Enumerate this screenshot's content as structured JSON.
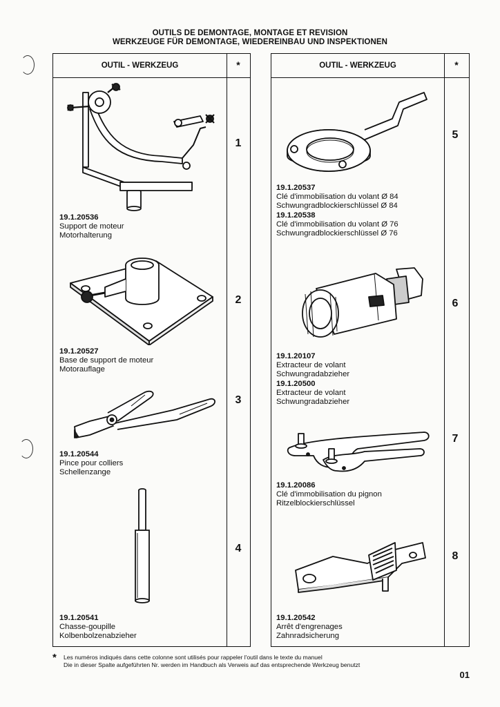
{
  "header": {
    "line1": "OUTILS DE DEMONTAGE, MONTAGE ET REVISION",
    "line2": "WERKZEUGE FÜR DEMONTAGE, WIEDEREINBAU UND INSPEKTIONEN"
  },
  "table_header": {
    "tool": "OUTIL - WERKZEUG",
    "star": "*"
  },
  "left_items": [
    {
      "number": "1",
      "code": "19.1.20536",
      "lines": [
        "Support de moteur",
        "Motorhalterung"
      ],
      "icon": "engine-stand-icon"
    },
    {
      "number": "2",
      "code": "19.1.20527",
      "lines": [
        "Base de support de moteur",
        "Motorauflage"
      ],
      "icon": "engine-stand-base-icon"
    },
    {
      "number": "3",
      "code": "19.1.20544",
      "lines": [
        "Pince pour colliers",
        "Schellenzange"
      ],
      "icon": "clamp-pliers-icon"
    },
    {
      "number": "4",
      "code": "19.1.20541",
      "lines": [
        "Chasse-goupille",
        "Kolbenbolzenabzieher"
      ],
      "icon": "pin-punch-icon"
    }
  ],
  "right_items": [
    {
      "number": "5",
      "codes": [
        {
          "code": "19.1.20537",
          "lines": [
            "Clé d'immobilisation du volant Ø 84",
            "Schwungradblockierschlüssel Ø 84"
          ]
        },
        {
          "code": "19.1.20538",
          "lines": [
            "Clé d'immobilisation du volant Ø 76",
            "Schwungradblockierschlüssel Ø 76"
          ]
        }
      ],
      "icon": "flywheel-lock-wrench-icon"
    },
    {
      "number": "6",
      "codes": [
        {
          "code": "19.1.20107",
          "lines": [
            "Extracteur de volant",
            "Schwungradabzieher"
          ]
        },
        {
          "code": "19.1.20500",
          "lines": [
            "Extracteur de volant",
            "Schwungradabzieher"
          ]
        }
      ],
      "icon": "flywheel-puller-icon"
    },
    {
      "number": "7",
      "codes": [
        {
          "code": "19.1.20086",
          "lines": [
            "Clé d'immobilisation du pignon",
            "Ritzelblockierschlüssel"
          ]
        }
      ],
      "icon": "pinion-lock-wrench-icon"
    },
    {
      "number": "8",
      "codes": [
        {
          "code": "19.1.20542",
          "lines": [
            "Arrêt d'engrenages",
            "Zahnradsicherung"
          ]
        }
      ],
      "icon": "gear-stop-icon"
    }
  ],
  "footnote": {
    "star": "*",
    "line1": "Les numéros indiqués dans cette colonne sont utilisés pour rappeler l'outil dans le texte du manuel",
    "line2": "Die in dieser Spalte aufgeführten Nr. werden im Handbuch als Verweis auf das entsprechende Werkzeug benutzt"
  },
  "page_number": "01"
}
